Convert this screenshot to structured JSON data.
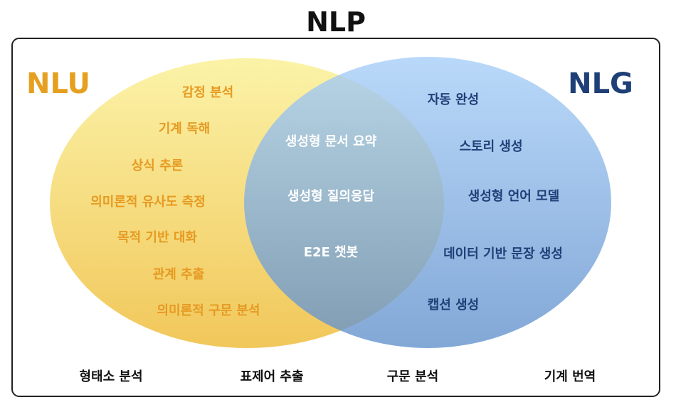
{
  "title": "NLP",
  "sets": {
    "nlu": {
      "label": "NLU",
      "label_color": "#E6A020",
      "item_color": "#E69A22",
      "items": [
        "감정 분석",
        "기계 독해",
        "상식 추론",
        "의미론적 유사도 측정",
        "목적 기반 대화",
        "관계 추출",
        "의미론적 구문 분석"
      ]
    },
    "overlap": {
      "item_color": "#FFFFFF",
      "items": [
        "생성형 문서 요약",
        "생성형 질의응답",
        "E2E 챗봇"
      ]
    },
    "nlg": {
      "label": "NLG",
      "label_color": "#1F3F77",
      "item_color": "#1F3F77",
      "items": [
        "자동 완성",
        "스토리 생성",
        "생성형 언어 모델",
        "데이터 기반 문장 생성",
        "캡션 생성"
      ]
    }
  },
  "bottom_items": [
    "형태소 분석",
    "표제어 추출",
    "구문 분석",
    "기계 번역"
  ],
  "colors": {
    "nlu_fill_top": "#FBF3A8",
    "nlu_fill_bottom": "#F1C75A",
    "nlg_fill_top": "#A6CEF8",
    "nlg_fill_bottom": "#5F8FCB",
    "frame_stroke": "#222222"
  }
}
